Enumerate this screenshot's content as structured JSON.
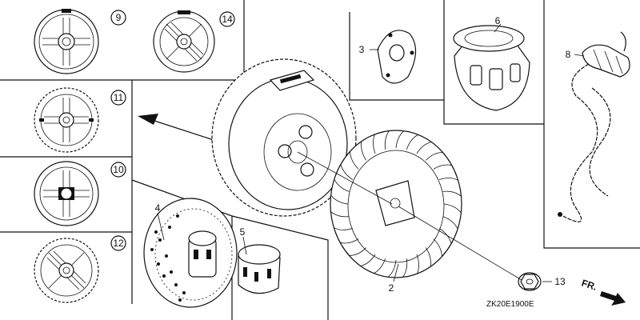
{
  "diagram": {
    "callouts": [
      {
        "id": "c9",
        "label": "9"
      },
      {
        "id": "c14",
        "label": "14"
      },
      {
        "id": "c11",
        "label": "11"
      },
      {
        "id": "c10",
        "label": "10"
      },
      {
        "id": "c12",
        "label": "12"
      },
      {
        "id": "c3",
        "label": "3"
      },
      {
        "id": "c6",
        "label": "6"
      },
      {
        "id": "c8",
        "label": "8"
      },
      {
        "id": "c4",
        "label": "4"
      },
      {
        "id": "c5",
        "label": "5"
      },
      {
        "id": "c2",
        "label": "2"
      },
      {
        "id": "c13",
        "label": "13"
      }
    ],
    "front_marker": "FR.",
    "diagram_code": "ZK20E1900E"
  }
}
